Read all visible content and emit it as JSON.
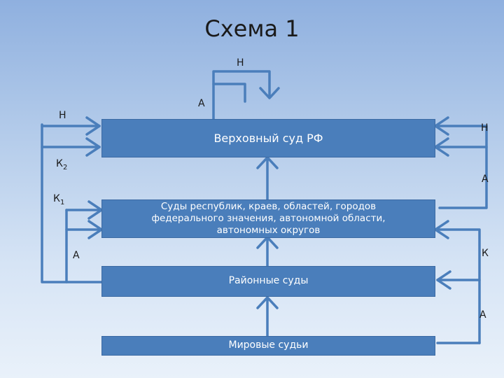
{
  "title": "Схема 1",
  "boxes": {
    "supreme": "Верховный суд РФ",
    "regional": "Суды республик, краев, областей, городов федерального значения, автономной области, автономных округов",
    "district": "Районные суды",
    "magistrates": "Мировые судьи"
  },
  "labels": {
    "top_n": "Н",
    "top_a": "А",
    "left_n": "Н",
    "right_n": "Н",
    "k2": "К",
    "k2_sub": "2",
    "right_a1": "А",
    "k1": "К",
    "k1_sub": "1",
    "left_a": "А",
    "right_k": "К",
    "right_a2": "А"
  },
  "colors": {
    "box_fill": "#4a7ebb",
    "arrow": "#4a7ebb"
  }
}
